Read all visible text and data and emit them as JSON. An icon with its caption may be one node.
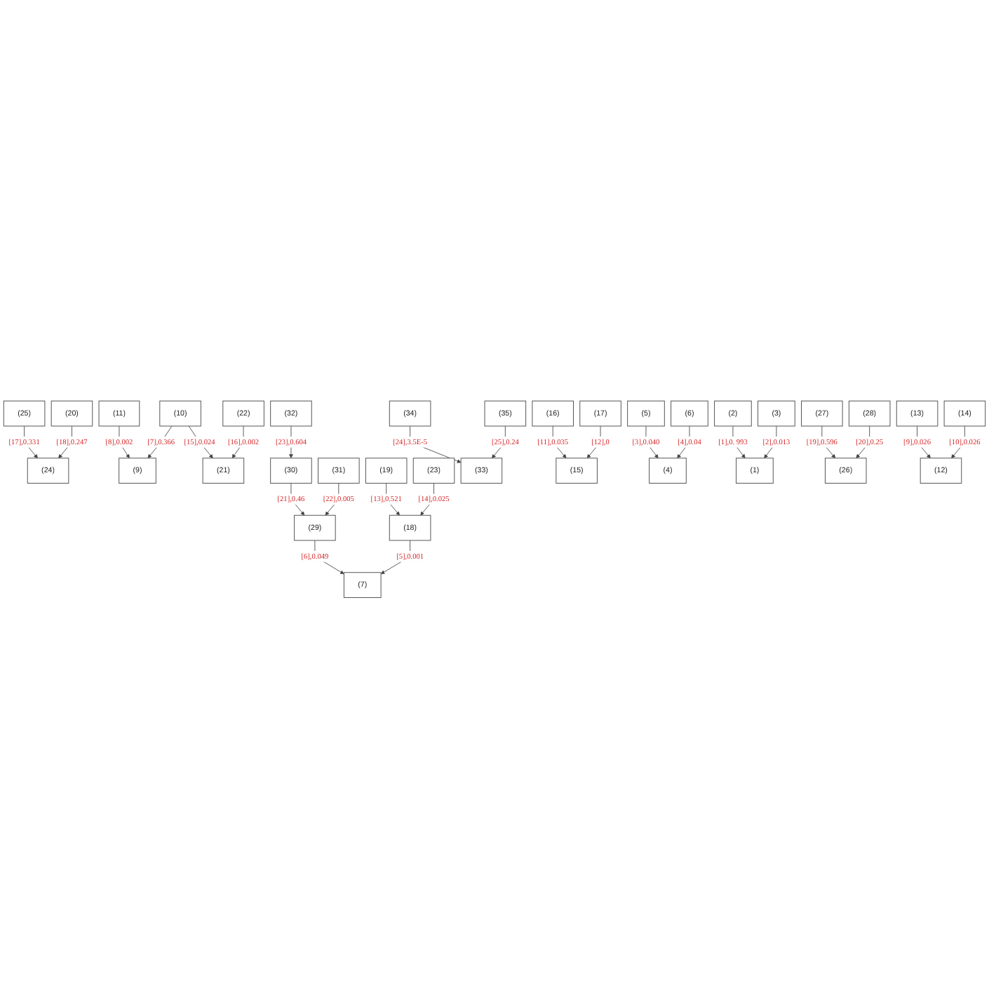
{
  "diagram": {
    "nodes": [
      {
        "text": [
          "(20)"
        ]
      },
      {
        "text": [
          "(25)"
        ]
      },
      {
        "text": [
          "(24)"
        ]
      },
      {
        "text": [
          "(11)"
        ]
      },
      {
        "text": [
          "(10)"
        ]
      },
      {
        "text": [
          "(9)"
        ]
      },
      {
        "text": [
          "(22)"
        ]
      },
      {
        "text": [
          "(21)"
        ]
      },
      {
        "text": [
          "(32)"
        ]
      },
      {
        "text": [
          "(30)"
        ]
      },
      {
        "text": [
          "(31)"
        ]
      },
      {
        "text": [
          "(29)"
        ]
      },
      {
        "text": [
          "(19)"
        ]
      },
      {
        "text": [
          "(23)"
        ]
      },
      {
        "text": [
          "(18)"
        ]
      },
      {
        "text": [
          "(7)"
        ]
      },
      {
        "text": [
          "(34)"
        ]
      },
      {
        "text": [
          "(35)"
        ]
      },
      {
        "text": [
          "(33)"
        ]
      },
      {
        "text": [
          "(16)"
        ]
      },
      {
        "text": [
          "(17)"
        ]
      },
      {
        "text": [
          "(15)"
        ]
      },
      {
        "text": [
          "(5)"
        ]
      },
      {
        "text": [
          "(6)"
        ]
      },
      {
        "text": [
          "(4)"
        ]
      },
      {
        "text": [
          "(2)"
        ]
      },
      {
        "text": [
          "(3)"
        ]
      },
      {
        "text": [
          "(1)"
        ]
      },
      {
        "text": [
          "(27)"
        ]
      },
      {
        "text": [
          "(28)"
        ]
      },
      {
        "text": [
          "(26)"
        ]
      },
      {
        "text": [
          "(13)"
        ]
      },
      {
        "text": [
          "(14)"
        ]
      },
      {
        "text": [
          "(12)"
        ]
      }
    ],
    "edges": [
      {
        "from": 25,
        "to": 27,
        "arrow": "to",
        "label": "[1],0. 993"
      },
      {
        "from": 26,
        "to": 27,
        "arrow": "to",
        "label": "[2],0.013"
      },
      {
        "from": 22,
        "to": 24,
        "arrow": "to",
        "label": "[3],0.040"
      },
      {
        "from": 23,
        "to": 24,
        "arrow": "to",
        "label": "[4],0.04"
      },
      {
        "from": 14,
        "to": 15,
        "arrow": "to",
        "label": "[5],0.001"
      },
      {
        "from": 11,
        "to": 15,
        "arrow": "to",
        "label": "[6],0.049"
      },
      {
        "from": 4,
        "to": 5,
        "arrow": "to",
        "label": "[7],0.366"
      },
      {
        "from": 3,
        "to": 5,
        "arrow": "to",
        "label": "[8],0.002"
      },
      {
        "from": 31,
        "to": 33,
        "arrow": "to",
        "label": "[9],0.026"
      },
      {
        "from": 32,
        "to": 33,
        "arrow": "to",
        "label": "[10],0.026"
      },
      {
        "from": 19,
        "to": 21,
        "arrow": "to",
        "label": "[11],0.035"
      },
      {
        "from": 20,
        "to": 21,
        "arrow": "to",
        "label": "[12],0"
      },
      {
        "from": 12,
        "to": 14,
        "arrow": "to",
        "label": "[13],0.521"
      },
      {
        "from": 13,
        "to": 14,
        "arrow": "to",
        "label": "[14],0.025"
      },
      {
        "from": 4,
        "to": 7,
        "arrow": "to",
        "label": "[15],0.024"
      },
      {
        "from": 6,
        "to": 7,
        "arrow": "to",
        "label": "[16],0.002"
      },
      {
        "from": 1,
        "to": 2,
        "arrow": "to",
        "label": "[17],0.331"
      },
      {
        "from": 0,
        "to": 2,
        "arrow": "to",
        "label": "[18],0.247"
      },
      {
        "from": 28,
        "to": 30,
        "arrow": "to",
        "label": "[19],0.596"
      },
      {
        "from": 29,
        "to": 30,
        "arrow": "to",
        "label": "[20],0.25"
      },
      {
        "from": 9,
        "to": 11,
        "arrow": "to",
        "label": "[21],0.46"
      },
      {
        "from": 10,
        "to": 11,
        "arrow": "to",
        "label": "[22],0.005"
      },
      {
        "from": 8,
        "to": 9,
        "arrow": "to",
        "label": "[23],0.604"
      },
      {
        "from": 16,
        "to": 18,
        "arrow": "to",
        "label": "[24],3.5E-5"
      },
      {
        "from": 17,
        "to": 18,
        "arrow": "to",
        "label": "[25],0.24"
      }
    ]
  }
}
